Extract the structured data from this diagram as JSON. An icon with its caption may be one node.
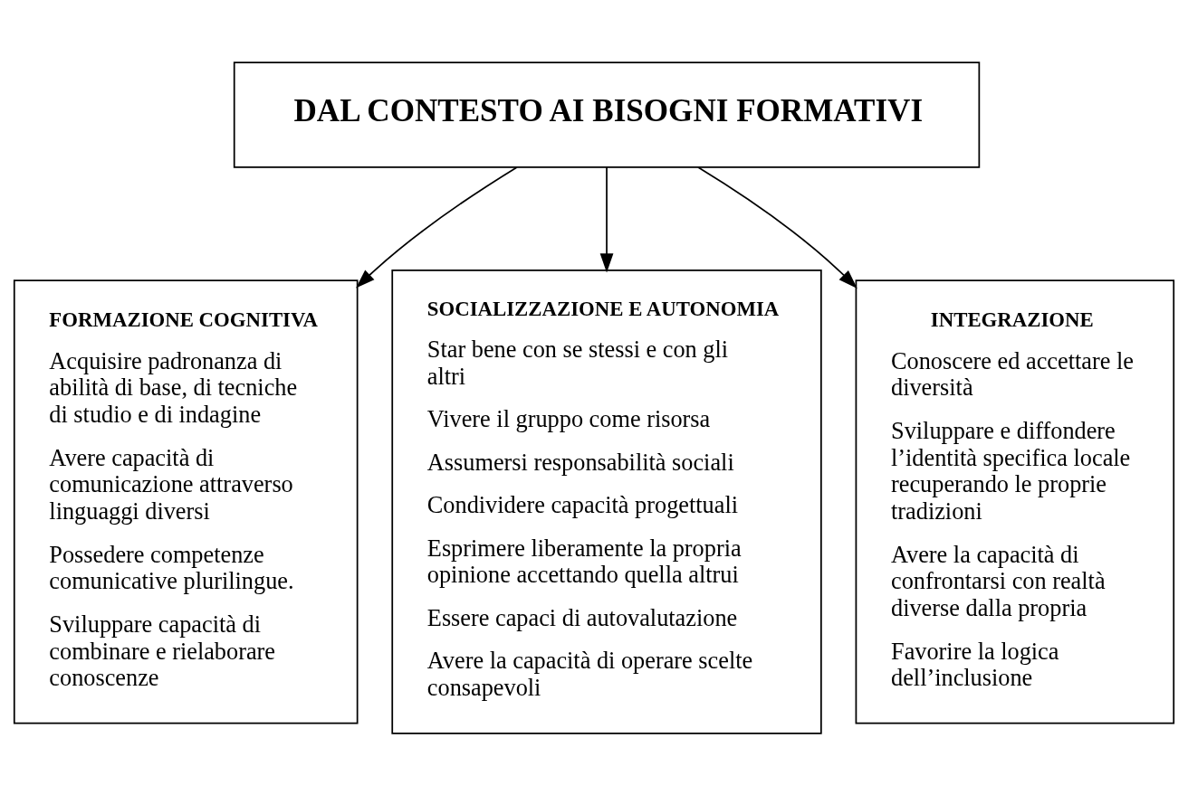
{
  "diagram": {
    "nodes": [
      {
        "text": [
          "DAL CONTESTO AI BISOGNI FORMATIVI"
        ]
      },
      {
        "text": [
          "FORMAZIONE COGNITIVA",
          "Acquisire padronanza di abilità di base, di tecniche di studio e di indagine",
          "Avere capacità di comunicazione attraverso linguaggi diversi",
          "Possedere competenze comunicative plurilingue.",
          "Sviluppare capacità di combinare e rielaborare conoscenze"
        ]
      },
      {
        "text": [
          "SOCIALIZZAZIONE E AUTONOMIA",
          "Star bene con se stessi e con gli altri",
          "Vivere il gruppo come risorsa",
          "Assumersi responsabilità sociali",
          "Condividere capacità progettuali",
          "Esprimere liberamente la propria opinione accettando quella altrui",
          "Essere capaci di autovalutazione",
          "Avere la capacità di operare scelte consapevoli"
        ]
      },
      {
        "text": [
          "INTEGRAZIONE",
          "Conoscere ed accettare le diversità",
          "Sviluppare e diffondere l’identità specifica locale recuperando le proprie tradizioni",
          "Avere la capacità di confrontarsi con realtà diverse dalla propria",
          "Favorire la logica dell’inclusione"
        ]
      }
    ],
    "edges": [
      {
        "from": 0,
        "to": 1,
        "arrow": "to"
      },
      {
        "from": 0,
        "to": 2,
        "arrow": "to"
      },
      {
        "from": 0,
        "to": 3,
        "arrow": "to"
      }
    ]
  }
}
